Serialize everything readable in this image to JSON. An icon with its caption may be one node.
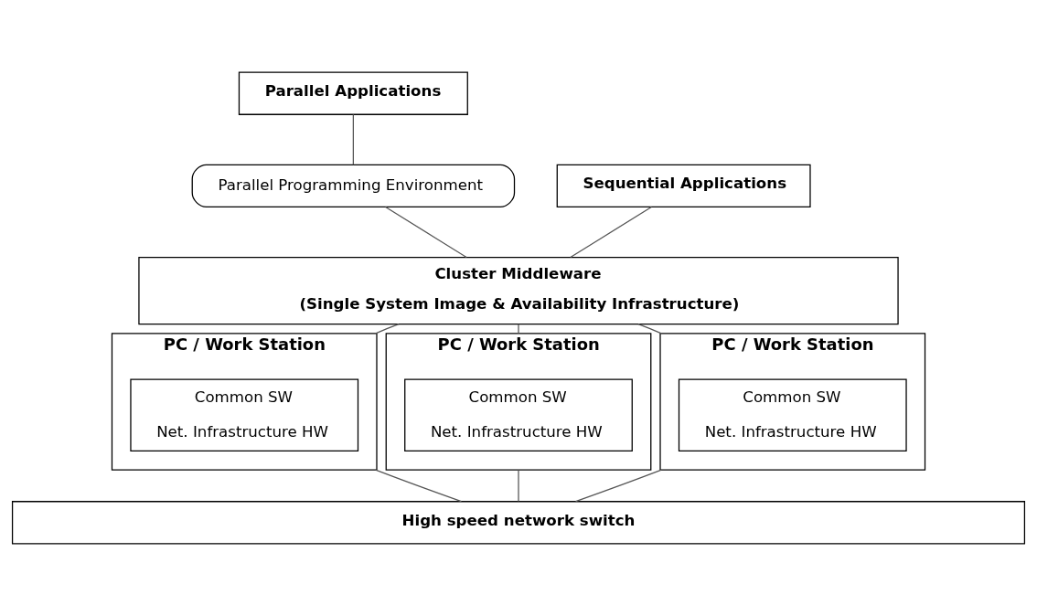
{
  "diagram": {
    "nodes": [
      {
        "text": [
          "Parallel Applications"
        ]
      },
      {
        "text": [
          "Sequential Applications"
        ]
      },
      {
        "text": [
          "Parallel Programming Environment"
        ]
      },
      {
        "text": [
          "Cluster Middleware",
          "(Single System Image & Availability Infrastructure)"
        ]
      },
      {
        "text": [
          "PC / Work Station"
        ]
      },
      {
        "text": [
          "Common SW",
          "Net. Infrastructure HW"
        ],
        "in": 4
      },
      {
        "text": [
          "PC / Work Station"
        ]
      },
      {
        "text": [
          "Common SW",
          "Net. Infrastructure HW"
        ],
        "in": 6
      },
      {
        "text": [
          "PC / Work Station"
        ]
      },
      {
        "text": [
          "Common SW",
          "Net. Infrastructure HW"
        ],
        "in": 8
      },
      {
        "text": [
          "High speed network switch"
        ]
      }
    ],
    "edges": [
      {
        "from": 0,
        "to": 2,
        "arrow": "none"
      },
      {
        "from": 2,
        "to": 3,
        "arrow": "none"
      },
      {
        "from": 1,
        "to": 3,
        "arrow": "none"
      },
      {
        "from": 3,
        "to": 4,
        "arrow": "none"
      },
      {
        "from": 3,
        "to": 6,
        "arrow": "none"
      },
      {
        "from": 3,
        "to": 8,
        "arrow": "none"
      },
      {
        "from": 4,
        "to": 10,
        "arrow": "none"
      },
      {
        "from": 6,
        "to": 10,
        "arrow": "none"
      },
      {
        "from": 8,
        "to": 10,
        "arrow": "none"
      }
    ]
  }
}
